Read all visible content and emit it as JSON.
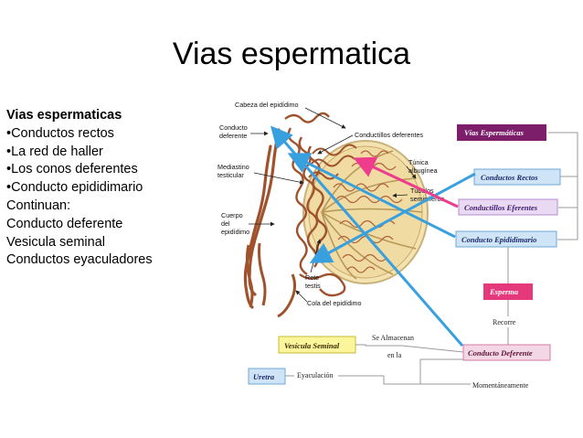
{
  "slide": {
    "title": "Vias espermatica"
  },
  "textblock": {
    "heading": "Vias espermaticas",
    "bullets": [
      "•Conductos rectos",
      "•La red de haller",
      "•Los conos deferentes",
      "•Conducto epididimario"
    ],
    "continuation_label": "Continuan:",
    "continuation_items": [
      "Conducto deferente",
      "Vesicula seminal",
      "Conductos eyaculadores"
    ]
  },
  "diagram": {
    "anatomy_labels": {
      "cabeza": "Cabeza del epidídimo",
      "conducto_deferente_1": "Conducto",
      "conducto_deferente_2": "deferente",
      "conductillos": "Conductillos deferentes",
      "mediastino_1": "Mediastino",
      "mediastino_2": "testicular",
      "tunica_1": "Túnica",
      "tunica_2": "albugínea",
      "tubulos_1": "Túbulos",
      "tubulos_2": "seminíferos",
      "cuerpo_1": "Cuerpo",
      "cuerpo_2": "del",
      "cuerpo_3": "epidídimo",
      "rete_1": "Rete",
      "rete_2": "testis",
      "cola": "Cola del epidídimo"
    },
    "schema": {
      "vias": "Vías Espermáticas",
      "rectos": "Conductos Rectos",
      "eferentes": "Conductillos Eferentes",
      "epididimario": "Conducto Epididimario",
      "esperma": "Esperma",
      "recorre": "Recorre",
      "deferente": "Conducto Deferente",
      "vesicula": "Vesícula Seminal",
      "se_almacenan": "Se Almacenan",
      "en_la": "en  la",
      "uretra": "Uretra",
      "eyaculacion": "Eyaculación",
      "momentaneamente": "Momentáneamente"
    },
    "colors": {
      "tubule": "#a0522d",
      "arrow_blue": "#39a0e0",
      "arrow_pink": "#ee3d8c",
      "vias_box": "#7d1e6a",
      "rectos_box": "#cfe4f6",
      "eferentes_box": "#ead9f3",
      "esperma_box": "#e6397d",
      "deferente_box": "#f3d7e4",
      "vesicula_box": "#fbf59b",
      "uretra_box": "#cfe4f6"
    }
  }
}
